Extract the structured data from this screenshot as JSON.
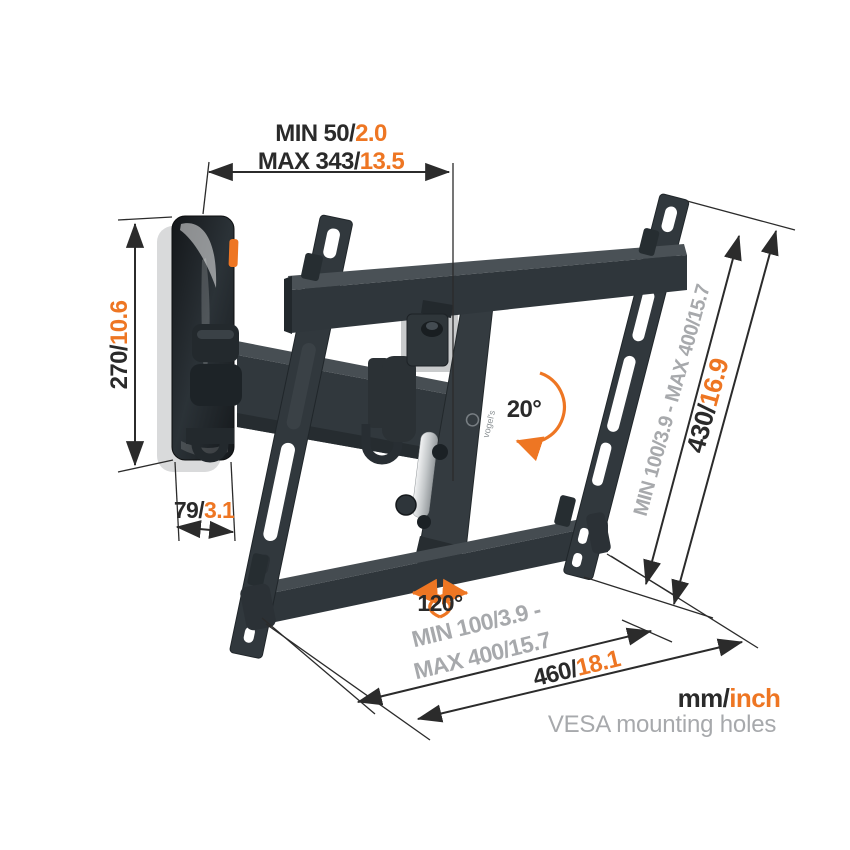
{
  "diagram": {
    "product": "Tilt and turn TV wall mount dimension drawing",
    "colors": {
      "accent_orange": "#ee7623",
      "ink": "#2a2a2a",
      "muted_gray": "#a7a9ac",
      "mount_body": "#31383d"
    },
    "logo": "vogel's",
    "units_legend": {
      "mm": "mm/",
      "inch": "inch"
    },
    "vesa_note": "VESA mounting holes",
    "dims": {
      "arm_min": {
        "mm": "MIN 50/",
        "inch": "2.0"
      },
      "arm_max": {
        "mm": "MAX 343/",
        "inch": "13.5"
      },
      "plate_height": {
        "mm": "270/",
        "inch": "10.6"
      },
      "plate_depth": {
        "mm": "79/",
        "inch": "3.1"
      },
      "tilt_angle": "20°",
      "swivel_angle": "120°",
      "vesa_vertical_range": "MIN 100/3.9 - MAX 400/15.7",
      "bracket_height": {
        "mm": "430/",
        "inch": "16.9"
      },
      "vesa_horizontal_range_line1": "MIN 100/3.9 -",
      "vesa_horizontal_range_line2": "MAX 400/15.7",
      "bracket_width": {
        "mm": "460/",
        "inch": "18.1"
      }
    }
  }
}
